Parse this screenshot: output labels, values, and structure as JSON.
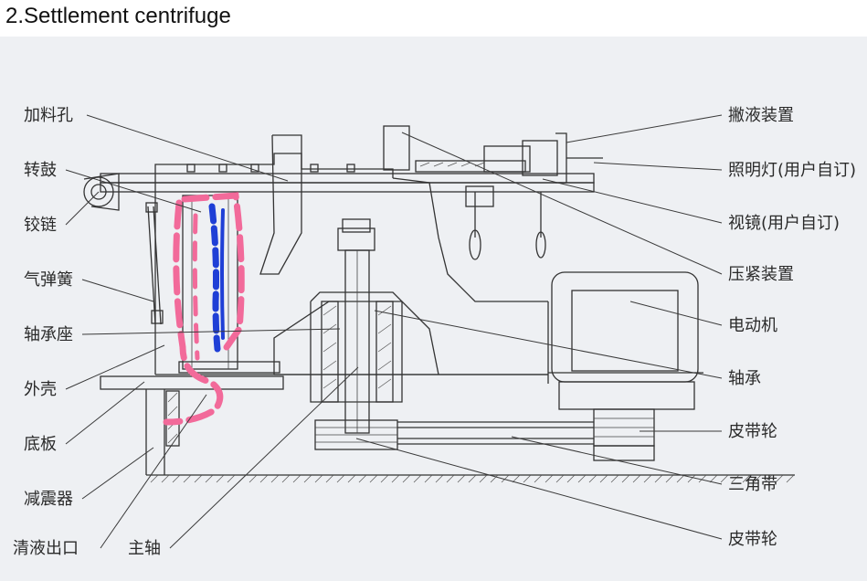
{
  "title": "2.Settlement centrifuge",
  "labels_left": [
    "加料孔",
    "转鼓",
    "铰链",
    "气弹簧",
    "轴承座",
    "外壳",
    "底板",
    "减震器",
    "清液出口",
    "主轴"
  ],
  "labels_right": [
    "撇液装置",
    "照明灯(用户自订)",
    "视镜(用户自订)",
    "压紧装置",
    "电动机",
    "轴承",
    "皮带轮",
    "三角带",
    "皮带轮"
  ],
  "colors": {
    "annotation_pink": "#f26a9a",
    "annotation_blue": "#1f3fd6",
    "background": "#eef0f3",
    "line": "#333333"
  }
}
